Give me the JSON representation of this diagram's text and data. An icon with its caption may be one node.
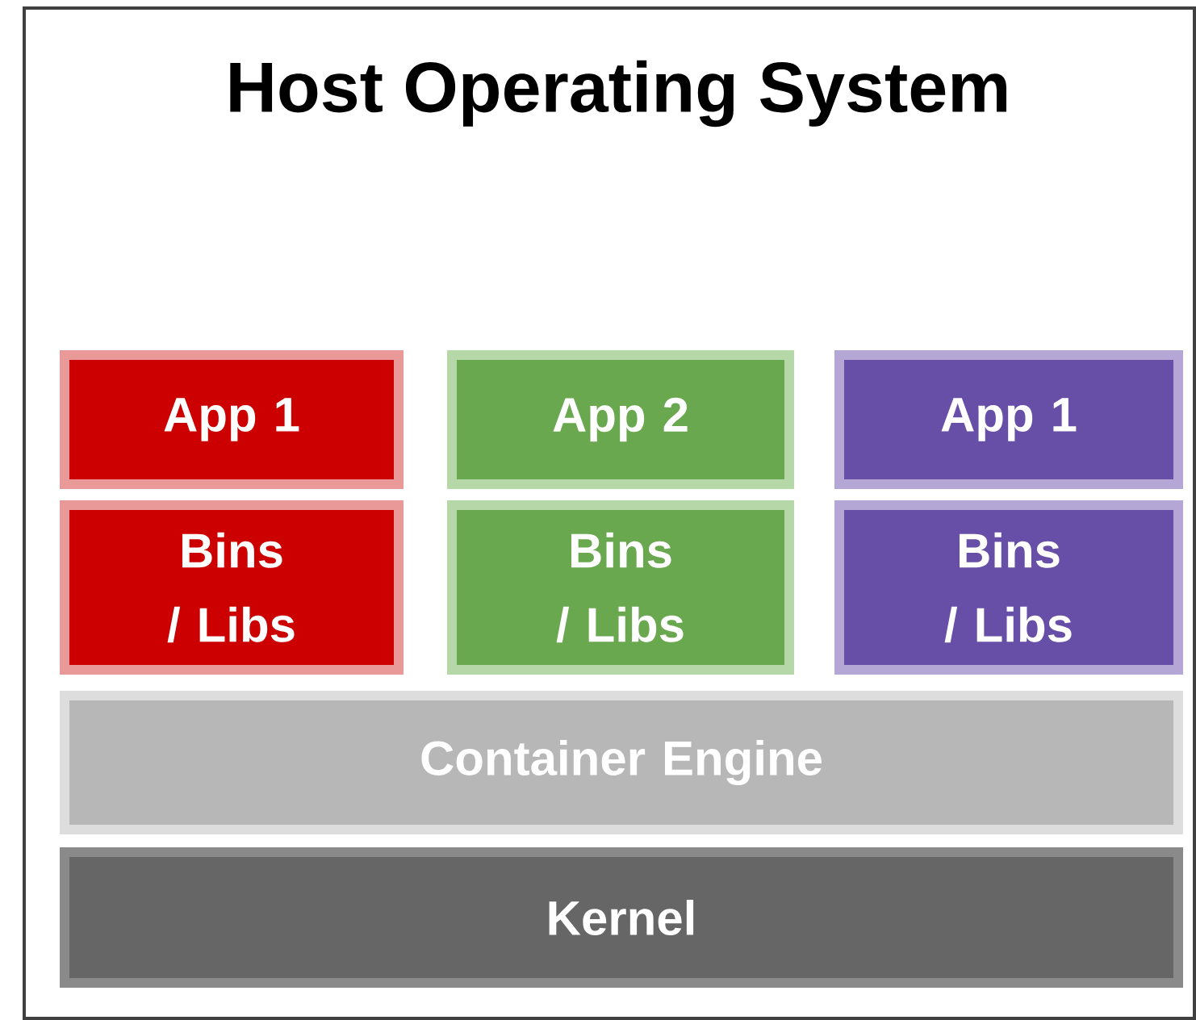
{
  "diagram": {
    "nodes": [
      {
        "text": [
          "Host Operating System"
        ]
      },
      {
        "text": [
          "App 1"
        ],
        "in": 0
      },
      {
        "text": [
          "App 2"
        ],
        "in": 0
      },
      {
        "text": [
          "App 1"
        ],
        "in": 0
      },
      {
        "text": [
          "Bins / Libs"
        ],
        "in": 0
      },
      {
        "text": [
          "Bins / Libs"
        ],
        "in": 0
      },
      {
        "text": [
          "Bins / Libs"
        ],
        "in": 0
      },
      {
        "text": [
          "Container Engine"
        ],
        "in": 0
      },
      {
        "text": [
          "Kernel"
        ],
        "in": 0
      }
    ]
  }
}
